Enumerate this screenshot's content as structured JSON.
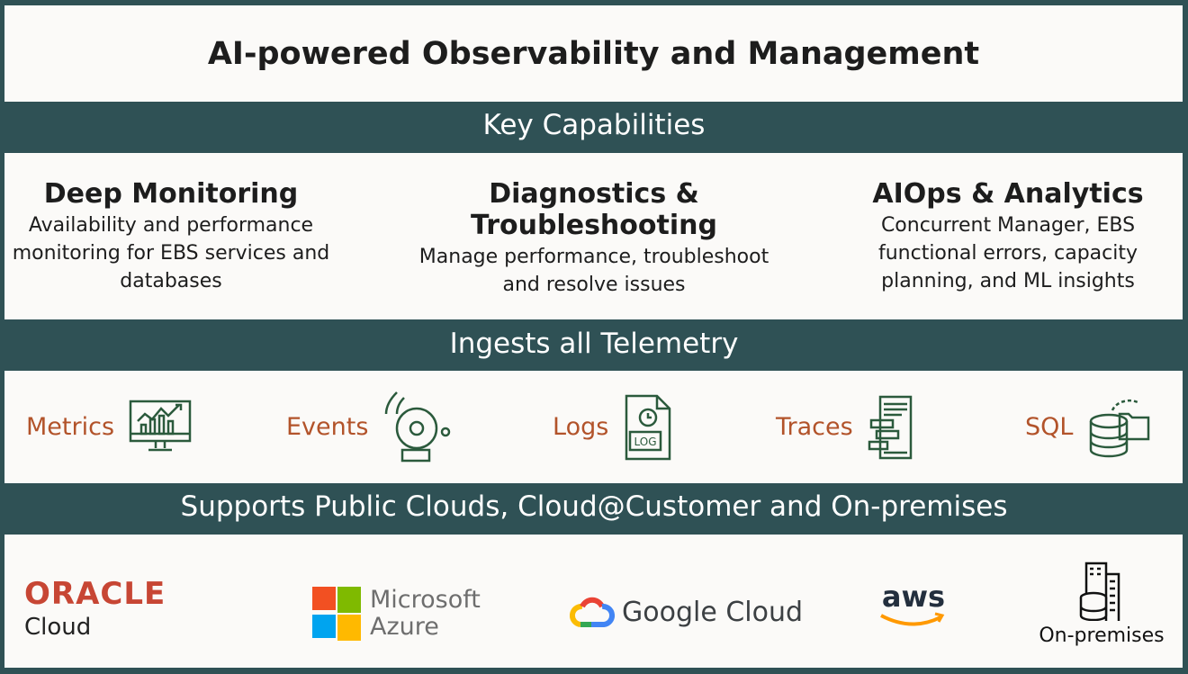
{
  "title": "AI-powered Observability and Management",
  "bands": [
    "Key Capabilities",
    "Ingests all Telemetry",
    "Supports Public Clouds, Cloud@Customer and On-premises"
  ],
  "capabilities": [
    {
      "title": "Deep Monitoring",
      "desc": "Availability and performance monitoring for EBS services and databases"
    },
    {
      "title": "Diagnostics & Troubleshooting",
      "desc": "Manage performance, troubleshoot and resolve issues"
    },
    {
      "title": "AIOps & Analytics",
      "desc": "Concurrent Manager, EBS functional errors, capacity planning, and ML insights"
    }
  ],
  "telemetry": [
    {
      "label": "Metrics",
      "icon": "monitor-chart-icon"
    },
    {
      "label": "Events",
      "icon": "alarm-bell-icon"
    },
    {
      "label": "Logs",
      "icon": "log-file-icon"
    },
    {
      "label": "Traces",
      "icon": "trace-icon"
    },
    {
      "label": "SQL",
      "icon": "database-folder-icon"
    }
  ],
  "clouds": {
    "oracle": "ORACLE",
    "oracle_sub": "Cloud",
    "azure1": "Microsoft",
    "azure2": "Azure",
    "google": "Google Cloud",
    "aws": "aws",
    "onprem": "On-premises"
  },
  "colors": {
    "band": "#2f5155",
    "accent": "#b2532a",
    "icon": "#2b5a3c"
  }
}
